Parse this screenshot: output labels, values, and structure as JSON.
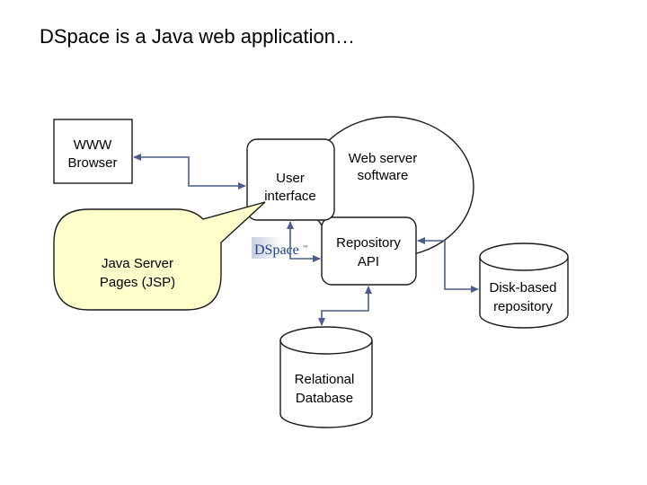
{
  "slide_title": "DSpace is a Java web application…",
  "colors": {
    "connector": "#4a5d8c",
    "callout_fill": "#ffffcc",
    "logo_blue": "#1f3f8f",
    "outline": "#1a1a1a"
  },
  "nodes": {
    "www_browser": [
      "WWW",
      "Browser"
    ],
    "user_interface": [
      "User",
      "interface"
    ],
    "web_server": [
      "Web server",
      "software"
    ],
    "repository_api": [
      "Repository",
      "API"
    ],
    "jsp_callout": [
      "Java Server",
      "Pages (JSP)"
    ],
    "relational_db": [
      "Relational",
      "Database"
    ],
    "disk_repository": [
      "Disk-based",
      "repository"
    ]
  },
  "logo": {
    "text": "DSpace",
    "trademark": "™"
  }
}
